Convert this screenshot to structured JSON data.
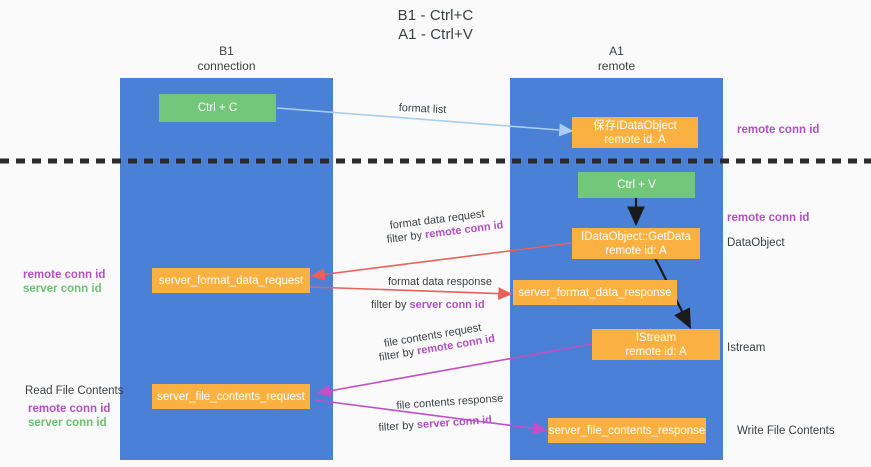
{
  "title": {
    "line1": "B1 - Ctrl+C",
    "line2": "A1 - Ctrl+V"
  },
  "colors": {
    "lane": "#4a80d6",
    "node_orange": "#fbb142",
    "node_green": "#72c77a",
    "remote_conn_id": "#b24fc4",
    "server_conn_id": "#6cbf72",
    "arrow_blue": "#a8cef0",
    "arrow_red": "#e8615a",
    "arrow_magenta": "#c44fc4",
    "arrow_black": "#1a1a1a",
    "background": "#fafafa"
  },
  "columns": [
    {
      "id": "b1",
      "name": "B1",
      "role": "connection"
    },
    {
      "id": "a1",
      "name": "A1",
      "role": "remote"
    }
  ],
  "nodes": [
    {
      "id": "ctrl-c",
      "label_line1": "Ctrl + C",
      "label_line2": "",
      "color": "green"
    },
    {
      "id": "idataobject",
      "label_line1": "保存IDataObject",
      "label_line2": "remote id: A",
      "color": "orange"
    },
    {
      "id": "ctrl-v",
      "label_line1": "Ctrl + V",
      "label_line2": "",
      "color": "green"
    },
    {
      "id": "getdata",
      "label_line1": "IDataObject::GetData",
      "label_line2": "remote id: A",
      "color": "orange"
    },
    {
      "id": "server-format-data-request",
      "label_line1": "server_format_data_request",
      "label_line2": "",
      "color": "orange"
    },
    {
      "id": "server-format-data-response",
      "label_line1": "server_format_data_response",
      "label_line2": "",
      "color": "orange"
    },
    {
      "id": "istream",
      "label_line1": "IStream",
      "label_line2": "remote id: A",
      "color": "orange"
    },
    {
      "id": "server-file-contents-request",
      "label_line1": "server_file_contents_request",
      "label_line2": "",
      "color": "orange"
    },
    {
      "id": "server-file-contents-response",
      "label_line1": "server_file_contents_response",
      "label_line2": "",
      "color": "orange"
    }
  ],
  "edge_labels": {
    "format_list": "format list",
    "format_data_request": "format data request",
    "format_data_request_filter_prefix": "filter by ",
    "format_data_request_filter_value": "remote conn id",
    "format_data_response": "format data response",
    "format_data_response_filter_prefix": "filter by ",
    "format_data_response_filter_value": "server conn id",
    "file_contents_request": "file contents request",
    "file_contents_request_filter_prefix": "filter by ",
    "file_contents_request_filter_value": "remote conn id",
    "file_contents_response": "file contents response",
    "file_contents_response_filter_prefix": "filter by ",
    "file_contents_response_filter_value": "server conn id"
  },
  "annotations": {
    "right_remote_conn_id_top": "remote conn id",
    "right_remote_conn_id_mid": "remote conn id",
    "right_dataobject": "DataObject",
    "right_istream": "Istream",
    "right_write_file_contents": "Write File Contents",
    "left_remote_conn_id_mid": "remote conn id",
    "left_server_conn_id_mid": "server conn id",
    "left_read_file_contents": "Read File Contents",
    "left_remote_conn_id_bottom": "remote conn id",
    "left_server_conn_id_bottom": "server conn id"
  }
}
